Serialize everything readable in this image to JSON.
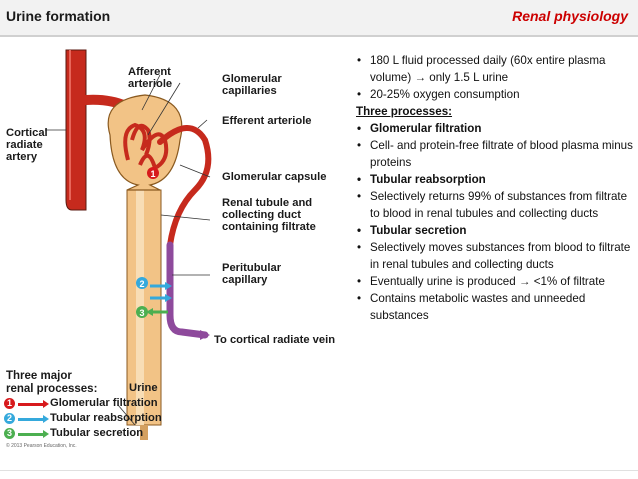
{
  "header": {
    "title": "Urine formation",
    "subject": "Renal physiology"
  },
  "diagram": {
    "labels": {
      "afferent": "Afferent\narteriole",
      "glomerular_capillaries": "Glomerular\ncapillaries",
      "efferent": "Efferent arteriole",
      "cortical": "Cortical\nradiate\nartery",
      "capsule": "Glomerular capsule",
      "renal_tubule": "Renal tubule and\ncollecting duct\ncontaining filtrate",
      "peritubular": "Peritubular\ncapillary",
      "vein": "To cortical radiate vein",
      "urine": "Urine"
    },
    "legend": {
      "title": "Three major\nrenal processes:",
      "items": [
        {
          "num": "1",
          "label": "Glomerular filtration",
          "color": "#d7191c"
        },
        {
          "num": "2",
          "label": "Tubular reabsorption",
          "color": "#35a9dc"
        },
        {
          "num": "3",
          "label": "Tubular secretion",
          "color": "#4caf50"
        }
      ]
    },
    "copyright": "© 2013 Pearson Education, Inc.",
    "colors": {
      "artery": "#c62a1d",
      "tubule": "#f2c386",
      "peritubular": "#8e4a9c",
      "outline": "#5a3a1a"
    }
  },
  "bullets": [
    {
      "text": "180 L fluid processed daily (60x entire plasma volume) → only 1.5 L urine",
      "kind": "normal"
    },
    {
      "text": "20-25% oxygen consumption",
      "kind": "normal"
    },
    {
      "text": "Three processes:",
      "kind": "section"
    },
    {
      "text": "Glomerular filtration",
      "kind": "bold"
    },
    {
      "text": "Cell- and protein-free filtrate of blood plasma minus proteins",
      "kind": "normal"
    },
    {
      "text": "Tubular reabsorption",
      "kind": "bold"
    },
    {
      "text": "Selectively returns 99% of substances from filtrate to blood in renal tubules and collecting ducts",
      "kind": "normal"
    },
    {
      "text": "Tubular secretion",
      "kind": "bold"
    },
    {
      "text": "Selectively moves substances from blood to filtrate in renal tubules and collecting ducts",
      "kind": "normal"
    },
    {
      "text": "Eventually urine is produced → <1% of filtrate",
      "kind": "normal"
    },
    {
      "text": "Contains metabolic wastes and unneeded substances",
      "kind": "normal"
    }
  ]
}
